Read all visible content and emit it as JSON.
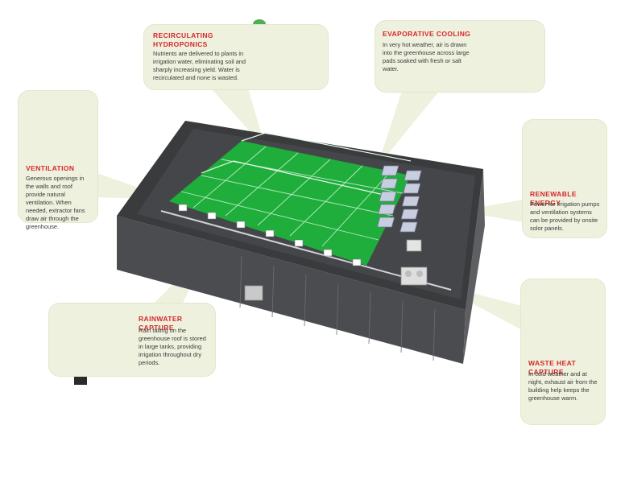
{
  "callouts": {
    "hydroponics": {
      "title": "RECIRCULATING HYDROPONICS",
      "body": "Nutrients are delivered to plants in irrigation water, eliminating soil and sharply increasing yield. Water is recirculated and none is wasted.",
      "icon": "hydroponic-tube-icon"
    },
    "cooling": {
      "title": "EVAPORATIVE COOLING",
      "body": "In very hot weather, air is drawn into the greenhouse across large pads soaked with fresh or salt water.",
      "icon": "cooling-pad-icon"
    },
    "ventilation": {
      "title": "VENTILATION",
      "body": "Generous openings in the walls and roof provide natural ventilation. When needed, extractor fans draw air through the greenhouse.",
      "icon": "extractor-fan-icon"
    },
    "renewable": {
      "title": "RENEWABLE ENERGY",
      "body": "Power for irrigation pumps and ventilation systems can be provided by onsite solor panels.",
      "icon": "solar-panel-icon"
    },
    "rainwater": {
      "title": "RAINWATER CAPTURE",
      "body": "Rain falling on the greenhouse roof is stored in large tanks, providing irrigation throughout dry periods.",
      "icon": "gutter-downpipe-icon"
    },
    "wasteheat": {
      "title": "WASTE HEAT CAPTURE",
      "body": "In cold weather and at night, exhaust air from the building help keeps the greenhouse warm.",
      "icon": "hvac-unit-icon"
    }
  },
  "colors": {
    "callout_bg": "#eef1de",
    "title_red": "#d8262b",
    "greenhouse_green": "#1fae3c",
    "roof_dark": "#3a3b3d"
  }
}
